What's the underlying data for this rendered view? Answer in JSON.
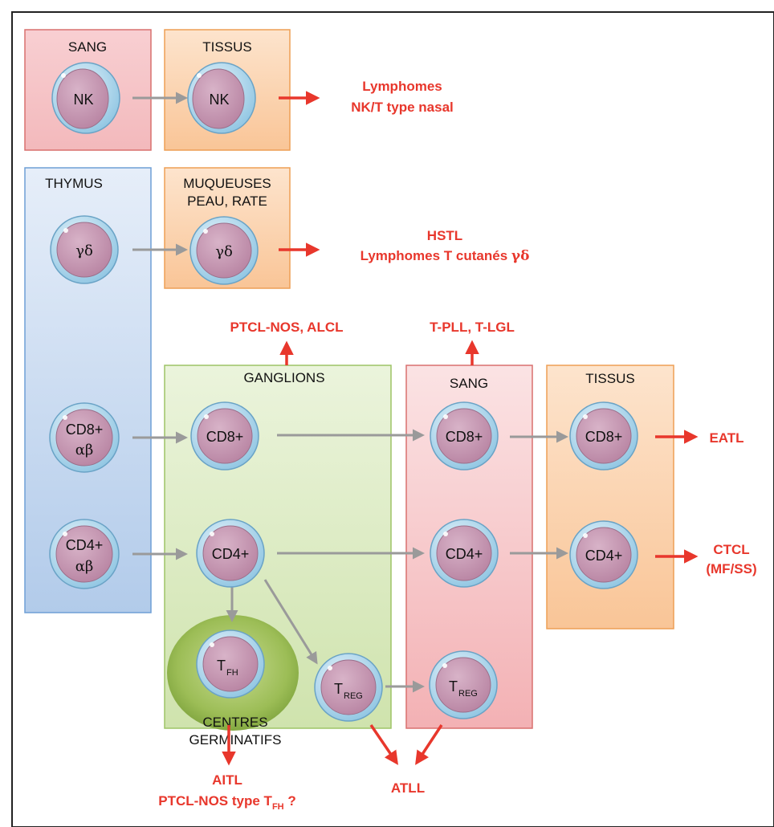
{
  "colors": {
    "red_box_fill": "#f5c9cc",
    "red_box_stroke": "#d9706f",
    "orange_box_fill": "#fbd3b1",
    "orange_box_stroke": "#ee9f55",
    "blue_box_fill": "#c9dbf1",
    "blue_box_stroke": "#6f9fd6",
    "green_box_fill": "#dcebc2",
    "green_box_stroke": "#9dc466",
    "germinal_center": "#8fb24d",
    "cell_body": "#c79bb4",
    "cell_membrane": "#aed8ee",
    "gray_arrow": "#9a9a9a",
    "red_arrow": "#e8372c"
  },
  "boxes": {
    "sang_top": "SANG",
    "tissus_top": "TISSUS",
    "thymus": "THYMUS",
    "muqueuses": "MUQUEUSES",
    "peau_rate": "PEAU, RATE",
    "ganglions": "GANGLIONS",
    "sang_mid": "SANG",
    "tissus_mid": "TISSUS",
    "centres": "CENTRES",
    "germinatifs": "GERMINATIFS"
  },
  "cells": {
    "nk": "NK",
    "gd": "γδ",
    "cd8": "CD8+",
    "cd4": "CD4+",
    "ab": "αβ",
    "t": "T",
    "fh": "FH",
    "reg": "REG"
  },
  "outcomes": {
    "nk_1": "Lymphomes",
    "nk_2": "NK/T type nasal",
    "gd_1": "HSTL",
    "gd_2": "Lymphomes T cutanés ",
    "gd_2_greek": "γδ",
    "ganglions": "PTCL-NOS, ALCL",
    "sang": "T-PLL, T-LGL",
    "eatl": "EATL",
    "ctcl_1": "CTCL",
    "ctcl_2": "(MF/SS)",
    "aitl_1": "AITL",
    "aitl_2": "PTCL-NOS type T",
    "aitl_sub": "FH",
    "aitl_q": " ?",
    "atll": "ATLL"
  }
}
